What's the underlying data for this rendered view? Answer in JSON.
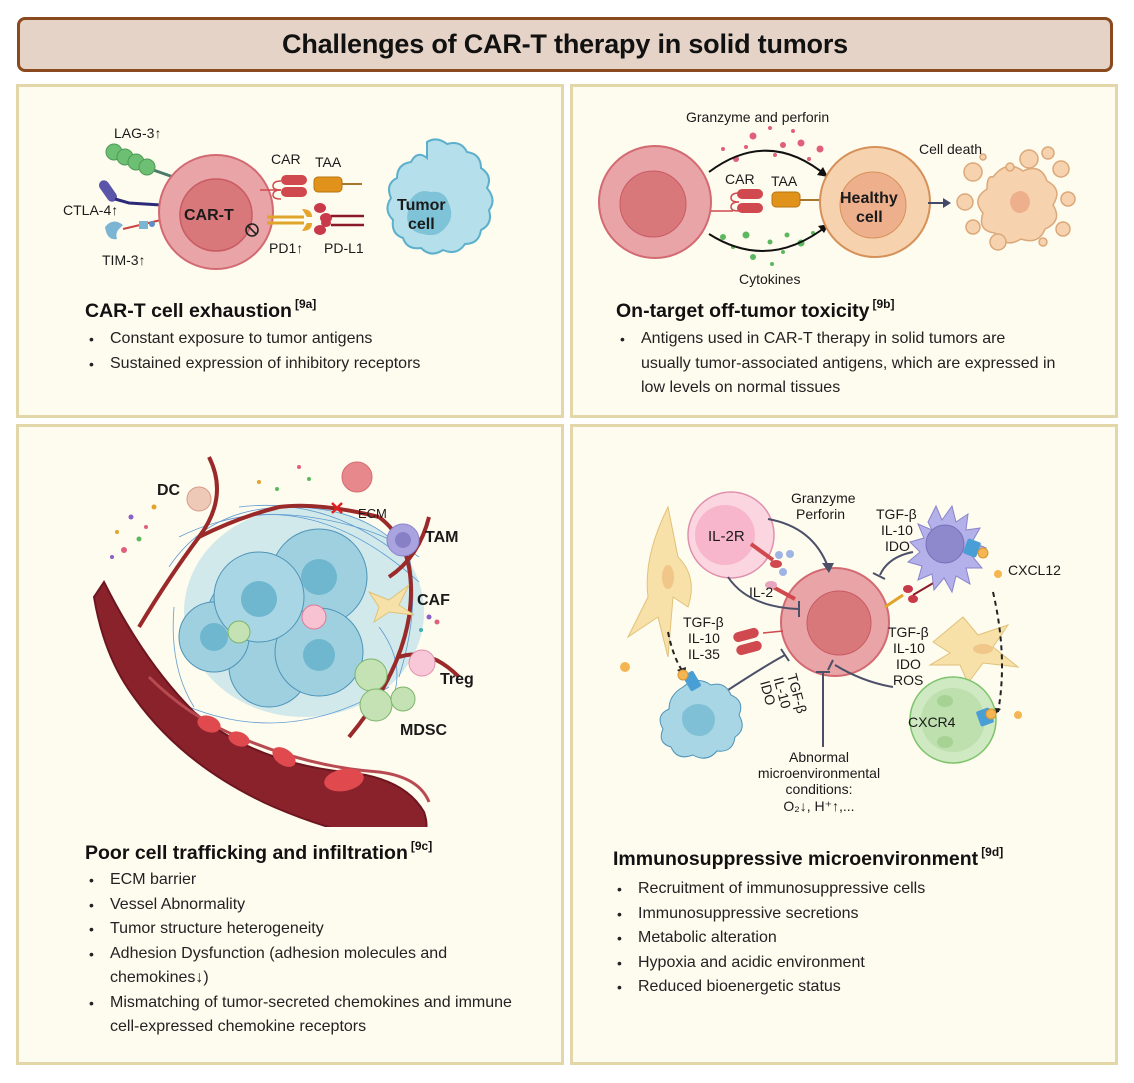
{
  "title": "Challenges of CAR-T therapy in solid tumors",
  "colors": {
    "title_bg": "#e4d3c6",
    "title_border": "#8b4a1e",
    "panel_bg": "#fefbef",
    "panel_border": "#e3d6a9",
    "cart_cell": "#e8a4a6",
    "tumor_cell": "#aedbe6",
    "healthy_cell": "#f6d3ae"
  },
  "panels": [
    {
      "id": "exhaustion",
      "title": "CAR-T cell exhaustion",
      "ref": "[9a]",
      "bullets": [
        "Constant exposure to tumor antigens",
        "Sustained expression of inhibitory receptors"
      ],
      "labels": {
        "lag3": "LAG-3↑",
        "ctla4": "CTLA-4↑",
        "tim3": "TIM-3↑",
        "cart": "CAR-T",
        "car": "CAR",
        "taa": "TAA",
        "pd1": "PD1↑",
        "pdl1": "PD-L1",
        "tumor_line1": "Tumor",
        "tumor_line2": "cell"
      }
    },
    {
      "id": "toxicity",
      "title": "On-target off-tumor toxicity",
      "ref": "[9b]",
      "bullets": [
        "Antigens used in CAR-T therapy in solid tumors are usually tumor-associated antigens, which are expressed in low levels on normal tissues"
      ],
      "labels": {
        "granzyme": "Granzyme and perforin",
        "car": "CAR",
        "taa": "TAA",
        "healthy_line1": "Healthy",
        "healthy_line2": "cell",
        "cell_death": "Cell death",
        "cytokines": "Cytokines"
      }
    },
    {
      "id": "trafficking",
      "title": "Poor cell trafficking and infiltration",
      "ref": "[9c]",
      "bullets": [
        "ECM barrier",
        "Vessel Abnormality",
        "Tumor structure heterogeneity",
        "Adhesion Dysfunction (adhesion molecules and chemokines↓)",
        "Mismatching of tumor-secreted chemokines and immune cell-expressed chemokine receptors"
      ],
      "labels": {
        "dc": "DC",
        "ecm": "ECM",
        "tam": "TAM",
        "caf": "CAF",
        "treg": "Treg",
        "mdsc": "MDSC"
      }
    },
    {
      "id": "immunosuppressive",
      "title": "Immunosuppressive microenvironment",
      "ref": "[9d]",
      "bullets": [
        "Recruitment of immunosuppressive cells",
        "Immunosuppressive secretions",
        "Metabolic alteration",
        "Hypoxia and acidic environment",
        "Reduced bioenergetic status"
      ],
      "labels": {
        "il2r": "IL-2R",
        "granzyme": "Granzyme",
        "perforin": "Perforin",
        "il2": "IL-2",
        "treg_secretions": [
          "TGF-β",
          "IL-10",
          "IL-35"
        ],
        "tam_secretions": [
          "TGF-β",
          "IL-10",
          "IDO"
        ],
        "cxcl12": "CXCL12",
        "mdsc_secretions": [
          "TGF-β",
          "IL-10",
          "IDO",
          "ROS"
        ],
        "tumor_secretions": [
          "TGF-β",
          "IL-10",
          "IDO"
        ],
        "cxcr4": "CXCR4",
        "abnormal": [
          "Abnormal",
          "microenvironmental",
          "conditions:",
          "O₂↓, H⁺↑,..."
        ]
      }
    }
  ]
}
